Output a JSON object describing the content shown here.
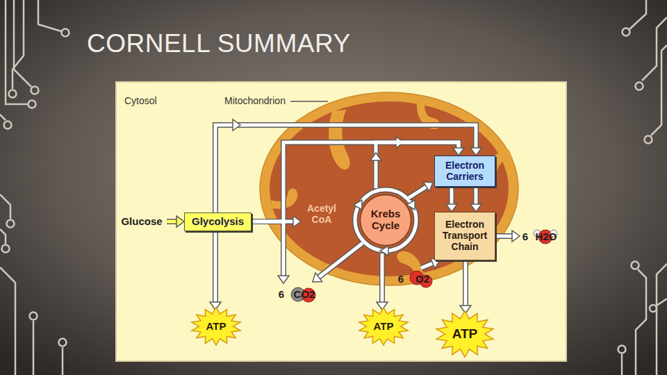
{
  "diagram": {
    "title": "CORNELL SUMMARY",
    "nodes": [
      {
        "text": [
          "Glucose"
        ]
      },
      {
        "text": [
          "Glycolysis"
        ]
      },
      {
        "text": [
          "Acetyl CoA"
        ]
      },
      {
        "text": [
          "Krebs Cycle"
        ]
      },
      {
        "text": [
          "Electron Carriers"
        ]
      },
      {
        "text": [
          "Electron Transport Chain"
        ]
      },
      {
        "text": [
          "6",
          "O2"
        ]
      },
      {
        "text": [
          "6",
          "CO2"
        ]
      },
      {
        "text": [
          "6",
          "H2O"
        ]
      },
      {
        "text": [
          "ATP"
        ]
      },
      {
        "text": [
          "ATP"
        ]
      },
      {
        "text": [
          "ATP"
        ]
      }
    ],
    "edges": [
      {
        "from": 0,
        "to": 1,
        "arrow": "to"
      },
      {
        "from": 1,
        "to": 2,
        "arrow": "to"
      },
      {
        "from": 1,
        "to": 9,
        "arrow": "to"
      },
      {
        "from": 1,
        "to": 4,
        "arrow": "to"
      },
      {
        "from": 1,
        "to": 4,
        "arrow": "to"
      },
      {
        "from": 1,
        "to": 7,
        "arrow": "to"
      },
      {
        "from": 3,
        "to": 4,
        "arrow": "to"
      },
      {
        "from": 3,
        "to": 4,
        "arrow": "to"
      },
      {
        "from": 3,
        "to": 7,
        "arrow": "to"
      },
      {
        "from": 3,
        "to": 10,
        "arrow": "to"
      },
      {
        "from": 4,
        "to": 5,
        "arrow": "to"
      },
      {
        "from": 4,
        "to": 5,
        "arrow": "to"
      },
      {
        "from": 6,
        "to": 5,
        "arrow": "to"
      },
      {
        "from": 5,
        "to": 8,
        "arrow": "to"
      },
      {
        "from": 5,
        "to": 11,
        "arrow": "to"
      }
    ],
    "labels": [
      "Cytosol",
      "Mitochondrion"
    ]
  }
}
